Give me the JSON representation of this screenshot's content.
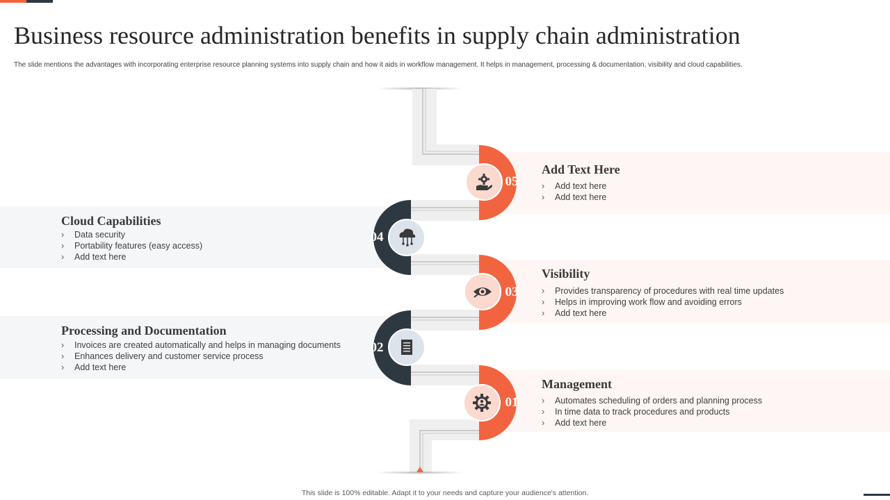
{
  "title": "Business resource administration benefits in supply chain administration",
  "subtitle": "The slide mentions the advantages with incorporating enterprise resource planning systems into supply chain and how it aids in  workflow management. It helps in management,  processing & documentation, visibility and cloud capabilities.",
  "footer": "This slide is 100% editable.  Adapt it to your needs and capture your audience's attention.",
  "colors": {
    "accent": "#f2643f",
    "dark": "#2e3840",
    "light_circle_orange": "#fbd9cf",
    "light_circle_grey": "#dde3ea"
  },
  "steps": [
    {
      "number": "05",
      "title": "Add Text Here",
      "icon": "hand-gear-icon",
      "bullets": [
        "Add text here",
        "Add text here"
      ]
    },
    {
      "number": "04",
      "title": "Cloud Capabilities",
      "icon": "cloud-network-icon",
      "bullets": [
        "Data security",
        "Portability features (easy access)",
        "Add text here"
      ]
    },
    {
      "number": "03",
      "title": "Visibility",
      "icon": "eye-icon",
      "bullets": [
        "Provides transparency of procedures with real time updates",
        "Helps in improving work flow and avoiding errors",
        "Add text here"
      ]
    },
    {
      "number": "02",
      "title": "Processing and Documentation",
      "icon": "document-icon",
      "bullets": [
        "Invoices are created automatically and helps in managing documents",
        "Enhances delivery  and customer service process",
        "Add text here"
      ]
    },
    {
      "number": "01",
      "title": "Management",
      "icon": "gear-person-icon",
      "bullets": [
        "Automates scheduling of orders and planning process",
        "In time data to track procedures and products",
        "Add text here"
      ]
    }
  ]
}
